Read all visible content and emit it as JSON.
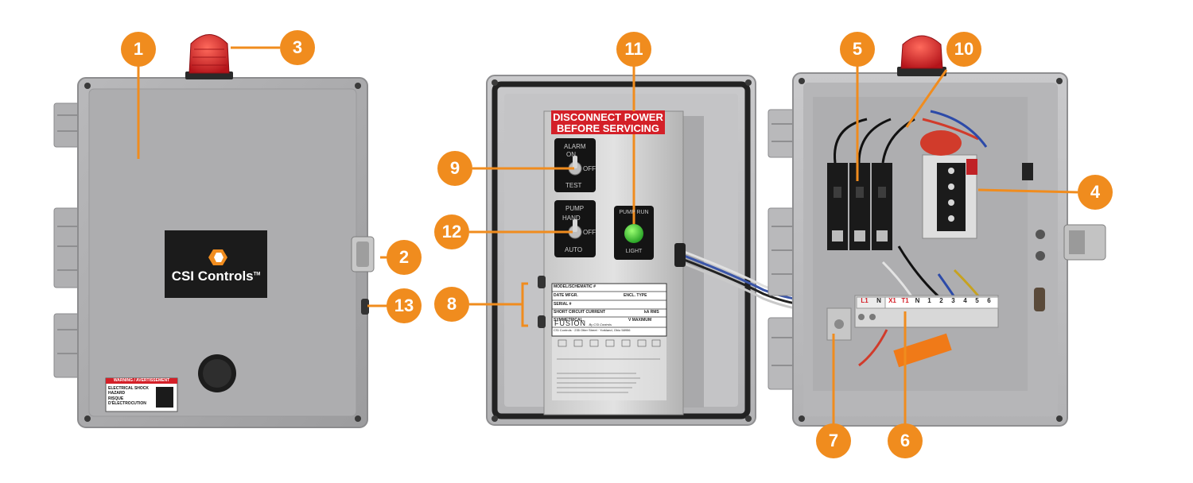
{
  "logo": {
    "brand": "CSI Controls",
    "trademark": "TM"
  },
  "warning_label": {
    "header": "WARNING / AVERTISSEMENT",
    "line1": "ELECTRICAL SHOCK HAZARD",
    "line2": "RISQUE D'ÉLECTROCUTION"
  },
  "inner_panel": {
    "sticker_line1": "DISCONNECT POWER",
    "sticker_line2": "BEFORE SERVICING",
    "alarm_switch": {
      "title": "ALARM",
      "on": "ON",
      "off": "OFF",
      "test": "TEST"
    },
    "pump_switch": {
      "title": "PUMP",
      "hand": "HAND",
      "off": "OFF",
      "auto": "AUTO"
    },
    "run_light": {
      "top": "PUMP RUN",
      "bottom": "LIGHT"
    }
  },
  "nameplate": {
    "model_label": "MODEL/SCHEMATIC #",
    "date_label": "DATE MFGR.",
    "encl_label": "ENCL. TYPE",
    "serial_label": "SERIAL #",
    "scc_label": "SHORT CIRCUIT CURRENT",
    "scc_unit": "kA RMS",
    "sym_label": "SYMMETRICAL,",
    "sym_unit": "V MAXIMUM",
    "brand": "FUSION",
    "brand_by": "By CSI Controls",
    "address": "CSI Controls · 235 Otter Street · Yorkland, Ohio 58956"
  },
  "terminal_labels": [
    "L1",
    "N",
    "X1",
    "T1",
    "N",
    "1",
    "2",
    "3",
    "4",
    "5",
    "6"
  ],
  "callouts": [
    {
      "id": "callout-1",
      "number": "1"
    },
    {
      "id": "callout-2",
      "number": "2"
    },
    {
      "id": "callout-3",
      "number": "3"
    },
    {
      "id": "callout-4",
      "number": "4"
    },
    {
      "id": "callout-5",
      "number": "5"
    },
    {
      "id": "callout-6",
      "number": "6"
    },
    {
      "id": "callout-7",
      "number": "7"
    },
    {
      "id": "callout-8",
      "number": "8"
    },
    {
      "id": "callout-9",
      "number": "9"
    },
    {
      "id": "callout-10",
      "number": "10"
    },
    {
      "id": "callout-11",
      "number": "11"
    },
    {
      "id": "callout-12",
      "number": "12"
    },
    {
      "id": "callout-13",
      "number": "13"
    }
  ],
  "colors": {
    "callout": "#f08c1e",
    "enclosure": "#a9a9ab",
    "beacon": "#d41f24",
    "sticker": "#d42028"
  }
}
